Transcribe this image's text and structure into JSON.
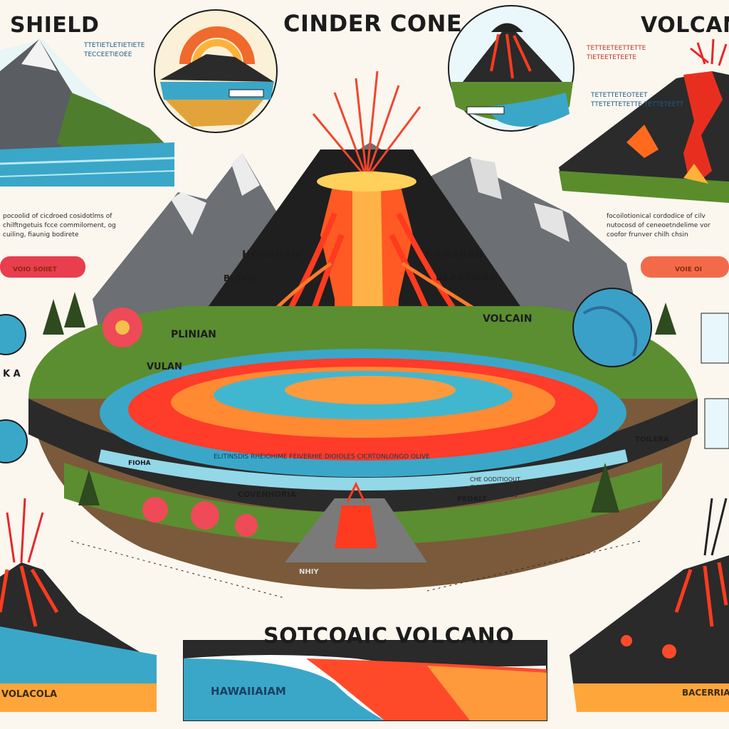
{
  "headings": {
    "shield": "SHIELD",
    "cinder_cone": "CINDER CONE",
    "volcano": "VOLCANO",
    "sotcoaic": "SOTCOAIC VOLCANO"
  },
  "labels": {
    "hawaiian_left": "HAWAIIAN",
    "biovio": "BIOVIO",
    "hawaiian_right": "HAWAIIAN",
    "blastaian": "BLASTAIAN",
    "plinian": "PLINIAN",
    "volcan": "VOLCAIN",
    "vulan": "VULAN",
    "ka": "K A",
    "volcagola": "VOLACOLA",
    "havaiian_bottom": "HAWAIIAIAM",
    "bacerrian": "BACERRIAN",
    "covenhoria": "COVENHORIA",
    "pedalt": "PEDALT",
    "core": "NHIY"
  },
  "notes": {
    "left": "pocoolid of cicdroed cosidotlms of chilftngetuis fcce commiloment, og cuiling, fiaunig bodirete",
    "right": "focoilotionical cordodice of cilv nutocosd of ceneoetndelime vor coofor frunver chilh chsin",
    "top_left": "TTETIETLETIETIETE TECCEETIEOEE",
    "top_right": "TETTEETEETTETTE TIETEETETEETE",
    "top_right_2": "TETETTETEOTEET TTETETTETETTE TETTETEETT",
    "center": "CHE OODITIOOUT CIONCCRIORETE CHARIEFRIORIES",
    "ring": "ELITINSDIS RHEIOHIME FEIVERHIE DIOIOLES     CICRTONLONGO OLIVE"
  },
  "tags": {
    "left": "VOIO SOIIET",
    "right": "VOIE OI",
    "sign": "TOILERA",
    "flora": "FIOHA"
  }
}
